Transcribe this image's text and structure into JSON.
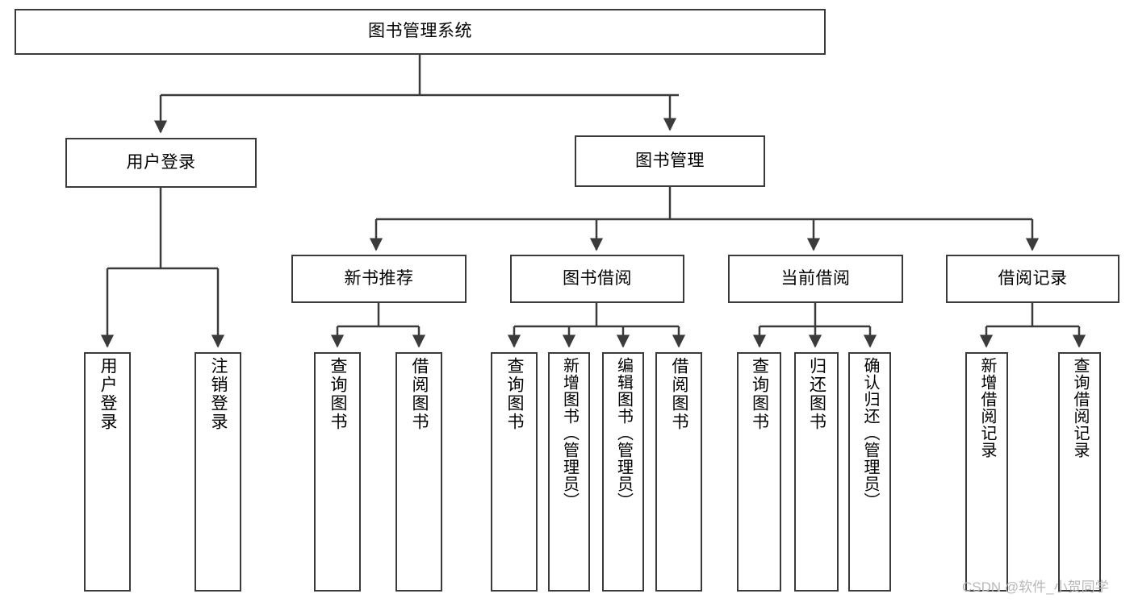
{
  "diagram": {
    "type": "hierarchy-tree",
    "title": "图书管理系统",
    "background_color": "#ffffff",
    "stroke_color": "#3b3b3b",
    "text_color": "#000000",
    "nodes": {
      "root": {
        "label": "图书管理系统"
      },
      "level2": [
        {
          "id": "user-login",
          "label": "用户登录"
        },
        {
          "id": "book-management",
          "label": "图书管理"
        }
      ],
      "level3": [
        {
          "id": "new-book-recommend",
          "label": "新书推荐"
        },
        {
          "id": "book-borrow",
          "label": "图书借阅"
        },
        {
          "id": "current-borrow",
          "label": "当前借阅"
        },
        {
          "id": "borrow-record",
          "label": "借阅记录"
        }
      ],
      "leaves": [
        {
          "id": "leaf-user-login",
          "label": "用户登录",
          "parent": "user-login"
        },
        {
          "id": "leaf-logout-login",
          "label": "注销登录",
          "parent": "user-login"
        },
        {
          "id": "leaf-query-book-1",
          "label": "查询图书",
          "parent": "new-book-recommend"
        },
        {
          "id": "leaf-borrow-book-1",
          "label": "借阅图书",
          "parent": "new-book-recommend"
        },
        {
          "id": "leaf-query-book-2",
          "label": "查询图书",
          "parent": "book-borrow"
        },
        {
          "id": "leaf-add-book",
          "label": "新增图书（管理员）",
          "parent": "book-borrow"
        },
        {
          "id": "leaf-edit-book",
          "label": "编辑图书（管理员）",
          "parent": "book-borrow"
        },
        {
          "id": "leaf-borrow-book-2",
          "label": "借阅图书",
          "parent": "book-borrow"
        },
        {
          "id": "leaf-query-book-3",
          "label": "查询图书",
          "parent": "current-borrow"
        },
        {
          "id": "leaf-return-book",
          "label": "归还图书",
          "parent": "current-borrow"
        },
        {
          "id": "leaf-confirm-return",
          "label": "确认归还（管理员）",
          "parent": "current-borrow"
        },
        {
          "id": "leaf-add-record",
          "label": "新增借阅记录",
          "parent": "borrow-record"
        },
        {
          "id": "leaf-query-record",
          "label": "查询借阅记录",
          "parent": "borrow-record"
        }
      ]
    },
    "watermark": "CSDN @软件_小贺同学"
  }
}
